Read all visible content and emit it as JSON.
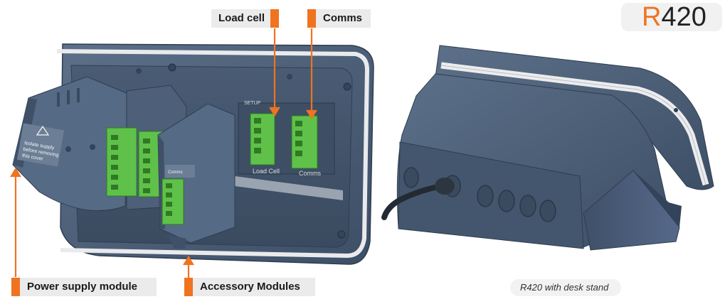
{
  "brand": {
    "prefix": "R",
    "model": "420"
  },
  "callouts": {
    "load_cell": "Load cell",
    "comms": "Comms",
    "power_supply": "Power supply module",
    "accessory": "Accessory Modules"
  },
  "caption": "R420 with desk stand",
  "device_print": {
    "warning_line1": "Isolate supply",
    "warning_line2": "before removing",
    "warning_line3": "this cover",
    "setup": "SETUP",
    "load_cell_print": "Load Cell",
    "comms_print": "Comms",
    "accessory_print": "Comms"
  },
  "colors": {
    "accent": "#f07320",
    "housing": "#4b5f78",
    "connector": "#5fc14a"
  }
}
